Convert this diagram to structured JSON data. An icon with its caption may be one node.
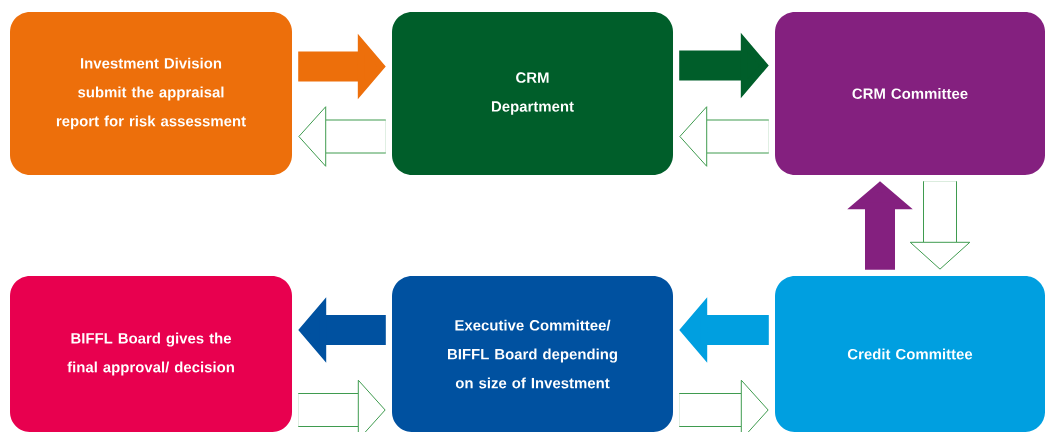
{
  "diagram": {
    "nodes": [
      {
        "text": [
          "Investment Division submit the appraisal report for risk assessment"
        ]
      },
      {
        "text": [
          "CRM Department"
        ]
      },
      {
        "text": [
          "CRM Committee"
        ]
      },
      {
        "text": [
          "BIFFL Board gives the final approval/ decision"
        ]
      },
      {
        "text": [
          "Executive Committee/ BIFFL Board depending on size of Investment"
        ]
      },
      {
        "text": [
          "Credit Committee"
        ]
      }
    ],
    "edges": [
      {
        "from": 0,
        "to": 1,
        "arrow": "to",
        "color": "#ed6f0b"
      },
      {
        "from": 1,
        "to": 0,
        "arrow": "to"
      },
      {
        "from": 1,
        "to": 2,
        "arrow": "to",
        "color": "#005e2a"
      },
      {
        "from": 2,
        "to": 1,
        "arrow": "to"
      },
      {
        "from": 2,
        "to": 5,
        "arrow": "to"
      },
      {
        "from": 5,
        "to": 2,
        "arrow": "to",
        "color": "#84207f"
      },
      {
        "from": 5,
        "to": 4,
        "arrow": "to",
        "color": "#009fe0"
      },
      {
        "from": 4,
        "to": 5,
        "arrow": "to"
      },
      {
        "from": 4,
        "to": 3,
        "arrow": "to",
        "color": "#0051a0"
      },
      {
        "from": 3,
        "to": 4,
        "arrow": "to"
      }
    ]
  }
}
